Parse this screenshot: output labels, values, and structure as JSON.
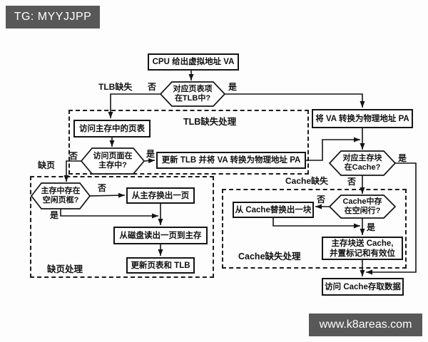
{
  "banners": {
    "top_left": "TG: MYYJJPP",
    "bottom_right": "www.k8areas.com"
  },
  "colors": {
    "banner_bg": "#585858",
    "banner_text": "#ffffff",
    "line": "#141414",
    "background": "#fdfdfd"
  },
  "flowchart": {
    "boxes": {
      "cpu": "CPU 给出虚拟地址 VA",
      "va_to_pa": "将 VA 转换为物理地址 PA",
      "access_page_table": "访问主存中的页表",
      "update_tlb": "更新 TLB 并将 VA 转换为物理地址 PA",
      "swap_out_page": "从主存换出一页",
      "read_disk": "从磁盘读出一页到主存",
      "update_page_table": "更新页表和 TLB",
      "replace_cache_block": "从 Cache替换出一块",
      "block_to_cache_line1": "主存块送 Cache,",
      "block_to_cache_line2": "并置标记和有效位",
      "access_cache": "访问 Cache存取数据"
    },
    "decisions": {
      "pte_in_tlb": {
        "line1": "对应页表项",
        "line2": "在TLB中?"
      },
      "page_in_memory": {
        "line1": "访问页面在",
        "line2": "主存中?"
      },
      "free_page_frame": {
        "line1": "主存中存在",
        "line2": "空闲页框?"
      },
      "block_in_cache": {
        "line1": "对应主存块",
        "line2": "在Cache?"
      },
      "free_cache_line": {
        "line1": "Cache中存",
        "line2": "在空闲行?"
      }
    },
    "labels": {
      "yes": "是",
      "no": "否",
      "tlb_miss": "TLB缺失",
      "tlb_miss_handling": "TLB缺失处理",
      "page_fault": "缺页",
      "page_fault_handling": "缺页处理",
      "cache_miss": "Cache缺失",
      "cache_miss_handling": "Cache缺失处理"
    }
  }
}
